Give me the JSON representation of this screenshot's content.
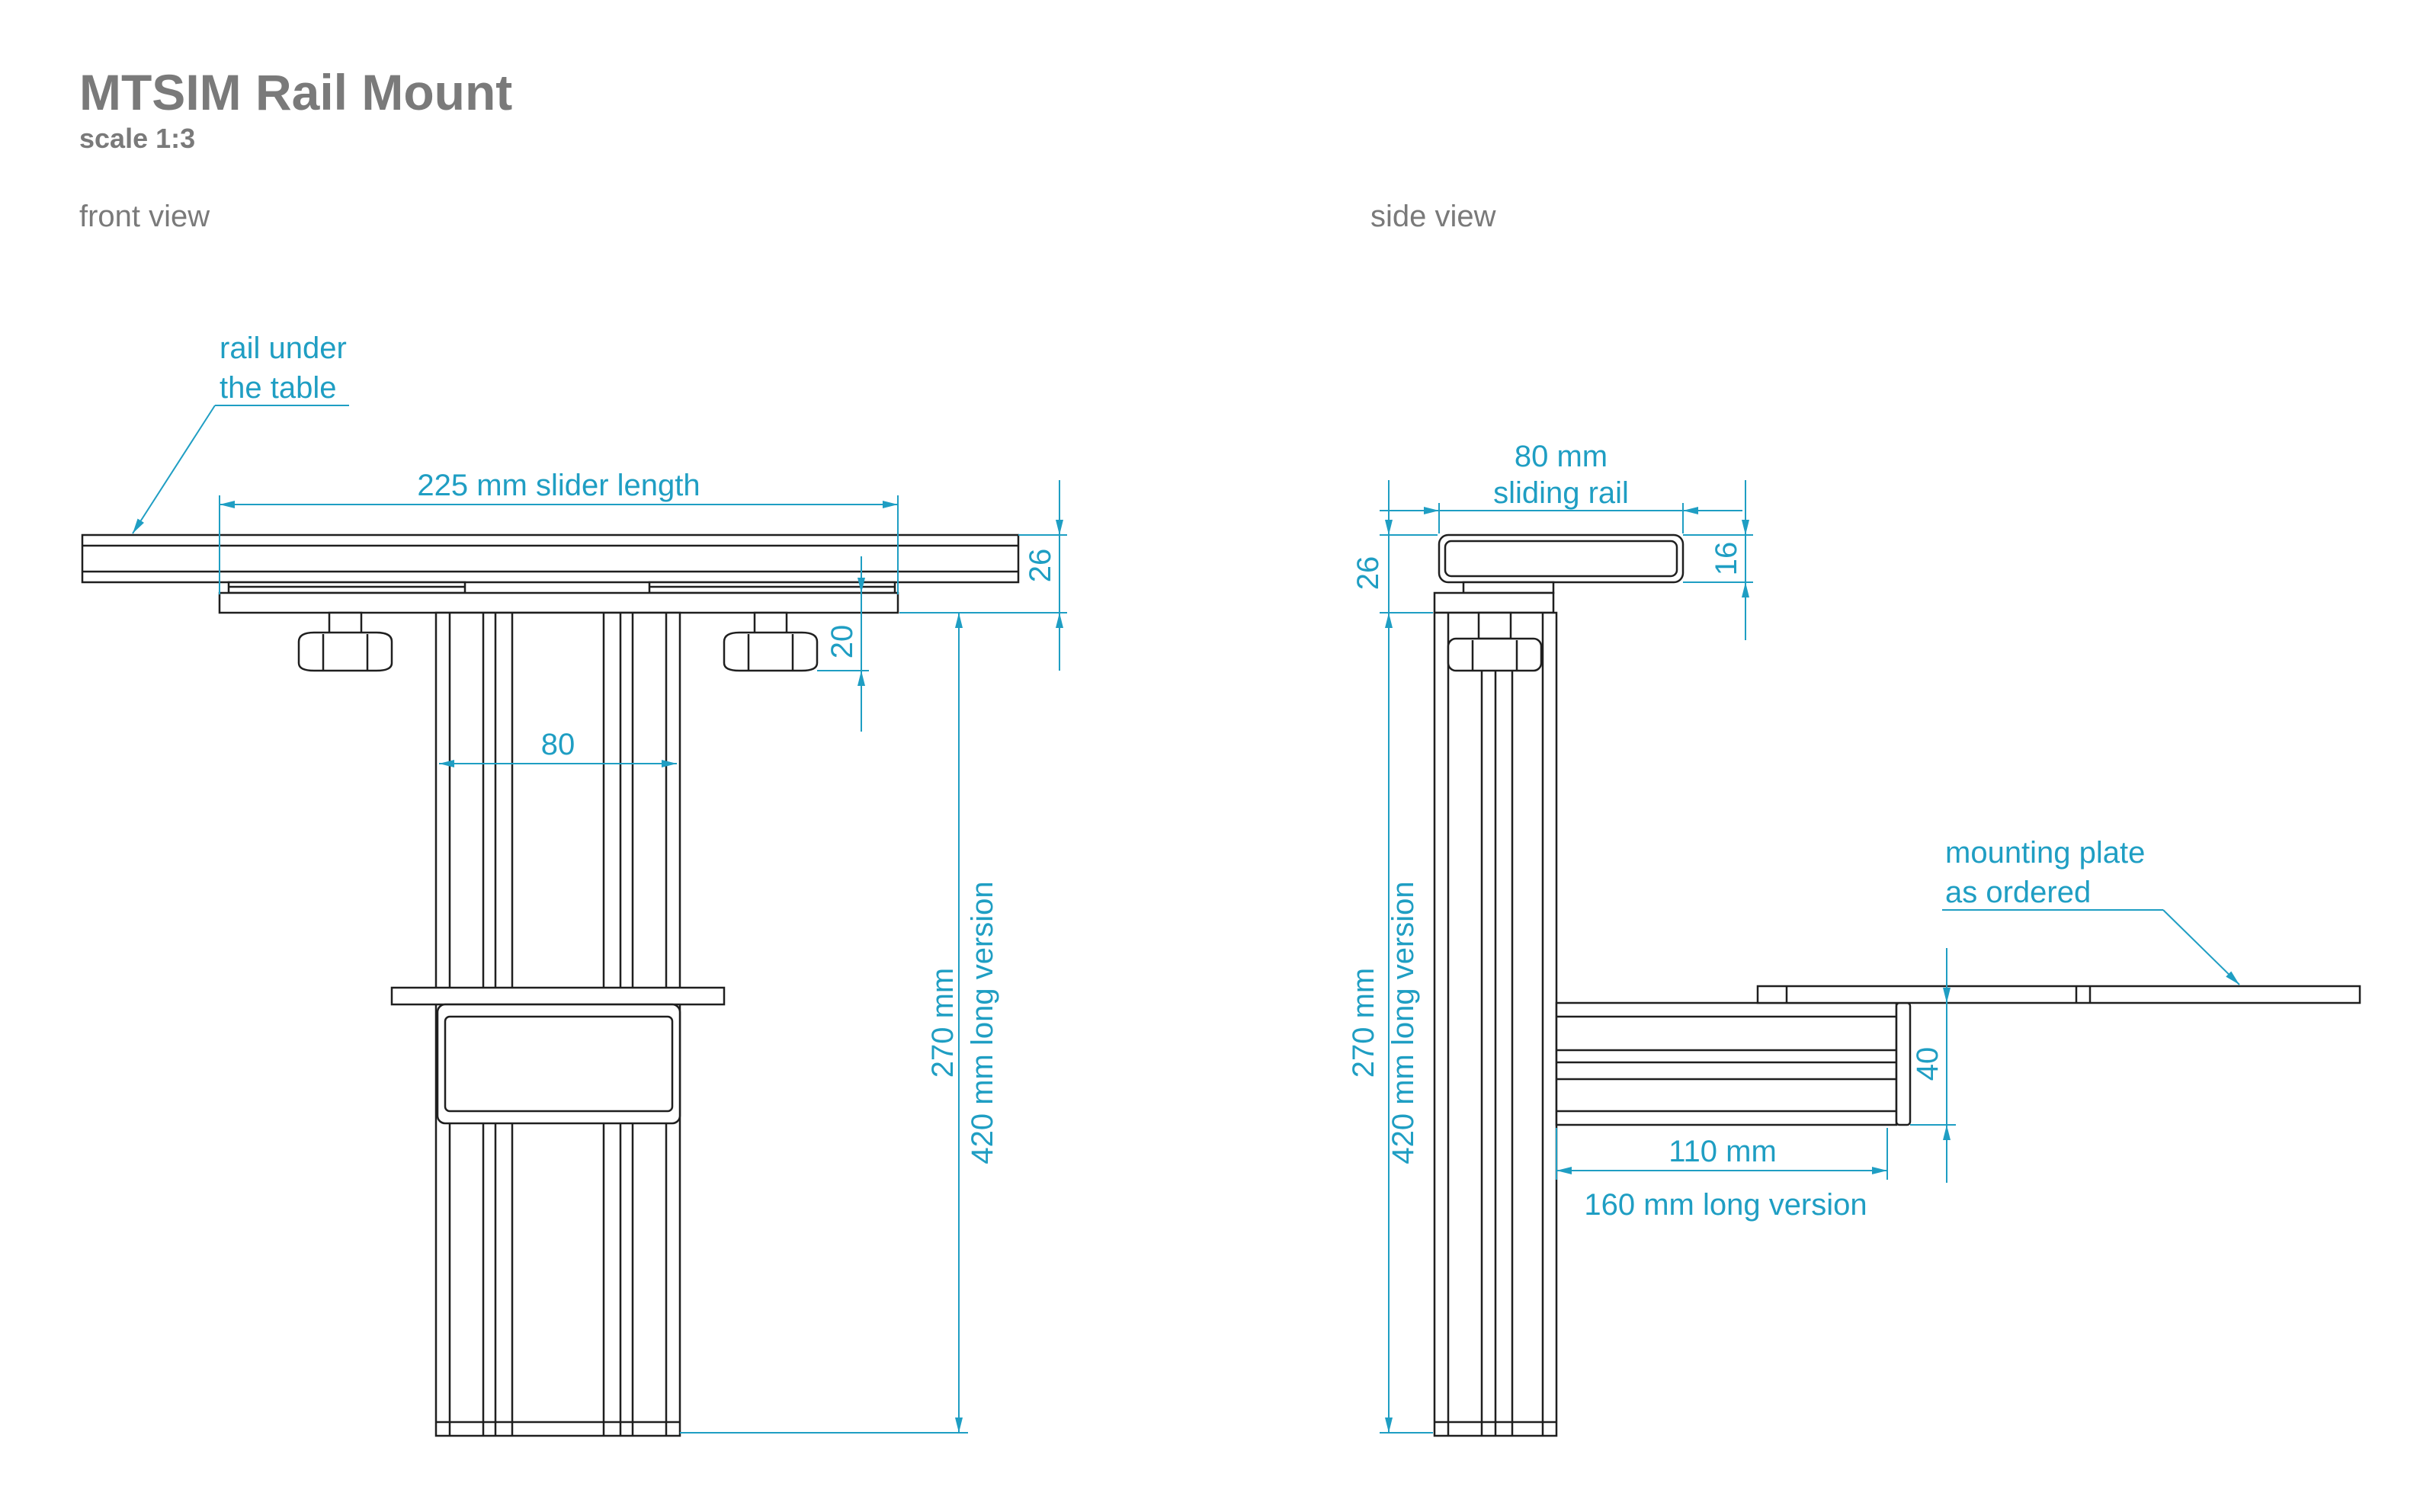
{
  "title": "MTSIM Rail Mount",
  "subtitle": "scale 1:3",
  "views": {
    "front": {
      "label": "front view"
    },
    "side": {
      "label": "side view"
    }
  },
  "annotations": {
    "rail_line1": "rail under",
    "rail_line2": "the table",
    "slider_length": "225 mm slider length",
    "front_26": "26",
    "front_20": "20",
    "front_80": "80",
    "front_270": "270 mm",
    "front_420": "420 mm long version",
    "side_80_line1": "80 mm",
    "side_80_line2": "sliding rail",
    "side_26": "26",
    "side_16": "16",
    "side_270": "270 mm",
    "side_420": "420 mm long version",
    "plate_line1": "mounting plate",
    "plate_line2": "as ordered",
    "side_40": "40",
    "side_110": "110 mm",
    "side_160": "160 mm long version"
  },
  "colors": {
    "dimension": "#1f9ec3",
    "outline": "#1f1f1f",
    "heading": "#7a7a7a"
  }
}
